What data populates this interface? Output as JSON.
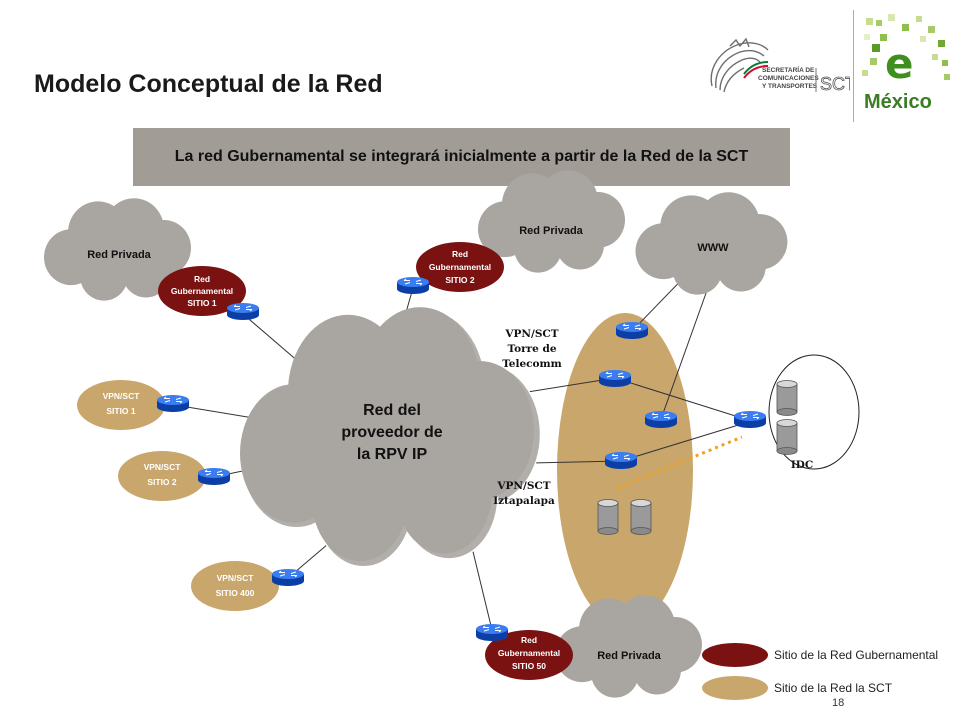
{
  "title": "Modelo Conceptual de la Red",
  "banner": "La red Gubernamental se integrará inicialmente a partir de la Red de la SCT",
  "logos": {
    "sct_line1": "SECRETARÍA DE",
    "sct_line2": "COMUNICACIONES",
    "sct_line3": "Y TRANSPORTES",
    "sct_mark": "SCT",
    "mexico_letter": "e",
    "mexico_word": "México"
  },
  "colors": {
    "gubernamental": "#7a1212",
    "sct": "#c9a66b",
    "router": "#1f5fd6",
    "banner": "#a29c97"
  },
  "clouds": {
    "core": [
      "Red del",
      "proveedor de",
      "la RPV IP"
    ],
    "privada_left": "Red Privada",
    "privada_top": "Red Privada",
    "www": "WWW",
    "privada_bottom": "Red Privada"
  },
  "sites": {
    "gob1": [
      "Red",
      "Gubernamental",
      "SITIO 1"
    ],
    "gob2": [
      "Red",
      "Gubernamental",
      "SITIO 2"
    ],
    "gob50": [
      "Red",
      "Gubernamental",
      "SITIO 50"
    ],
    "sct1": [
      "VPN/SCT",
      "SITIO 1"
    ],
    "sct2": [
      "VPN/SCT",
      "SITIO 2"
    ],
    "sct400": [
      "VPN/SCT",
      "SITIO 400"
    ]
  },
  "labels": {
    "torre": [
      "VPN/SCT",
      "Torre de",
      "Telecomm"
    ],
    "izta": [
      "VPN/SCT",
      "Iztapalapa"
    ],
    "idc": "IDC"
  },
  "legend": {
    "gob": "Sitio de la Red Gubernamental",
    "sct": "Sitio de la Red la SCT"
  },
  "page_number": "18"
}
